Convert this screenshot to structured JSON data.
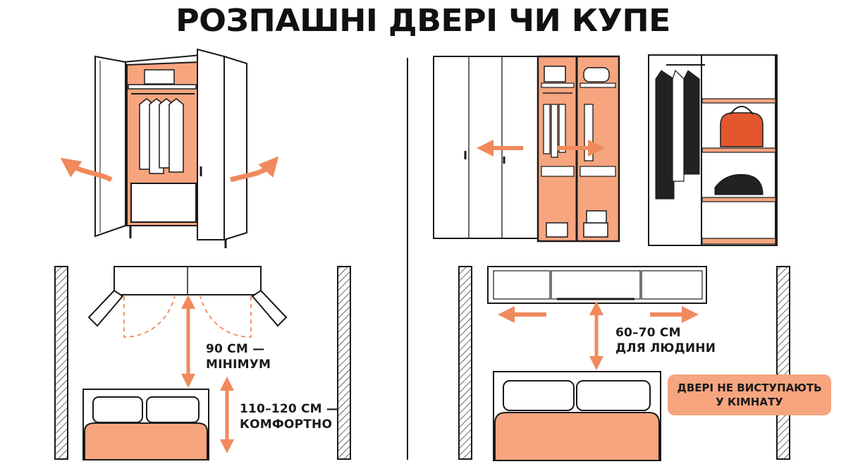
{
  "title": "РОЗПАШНІ ДВЕРІ ЧИ КУПЕ",
  "left_panel": {
    "clearance_min_line1": "90 СМ —",
    "clearance_min_line2": "МІНІМУМ",
    "clearance_comfort_line1": "110–120 СМ —",
    "clearance_comfort_line2": "КОМФОРТНО"
  },
  "right_panel": {
    "clearance_line1": "60–70 СМ",
    "clearance_line2": "ДЛЯ ЛЮДИНИ",
    "badge_line1": "ДВЕРІ НЕ ВИСТУПАЮТЬ",
    "badge_line2": "У КІМНАТУ"
  },
  "colors": {
    "accent": "#f6a57f",
    "accent_dark": "#e8895f",
    "outline": "#1a1a1a"
  }
}
